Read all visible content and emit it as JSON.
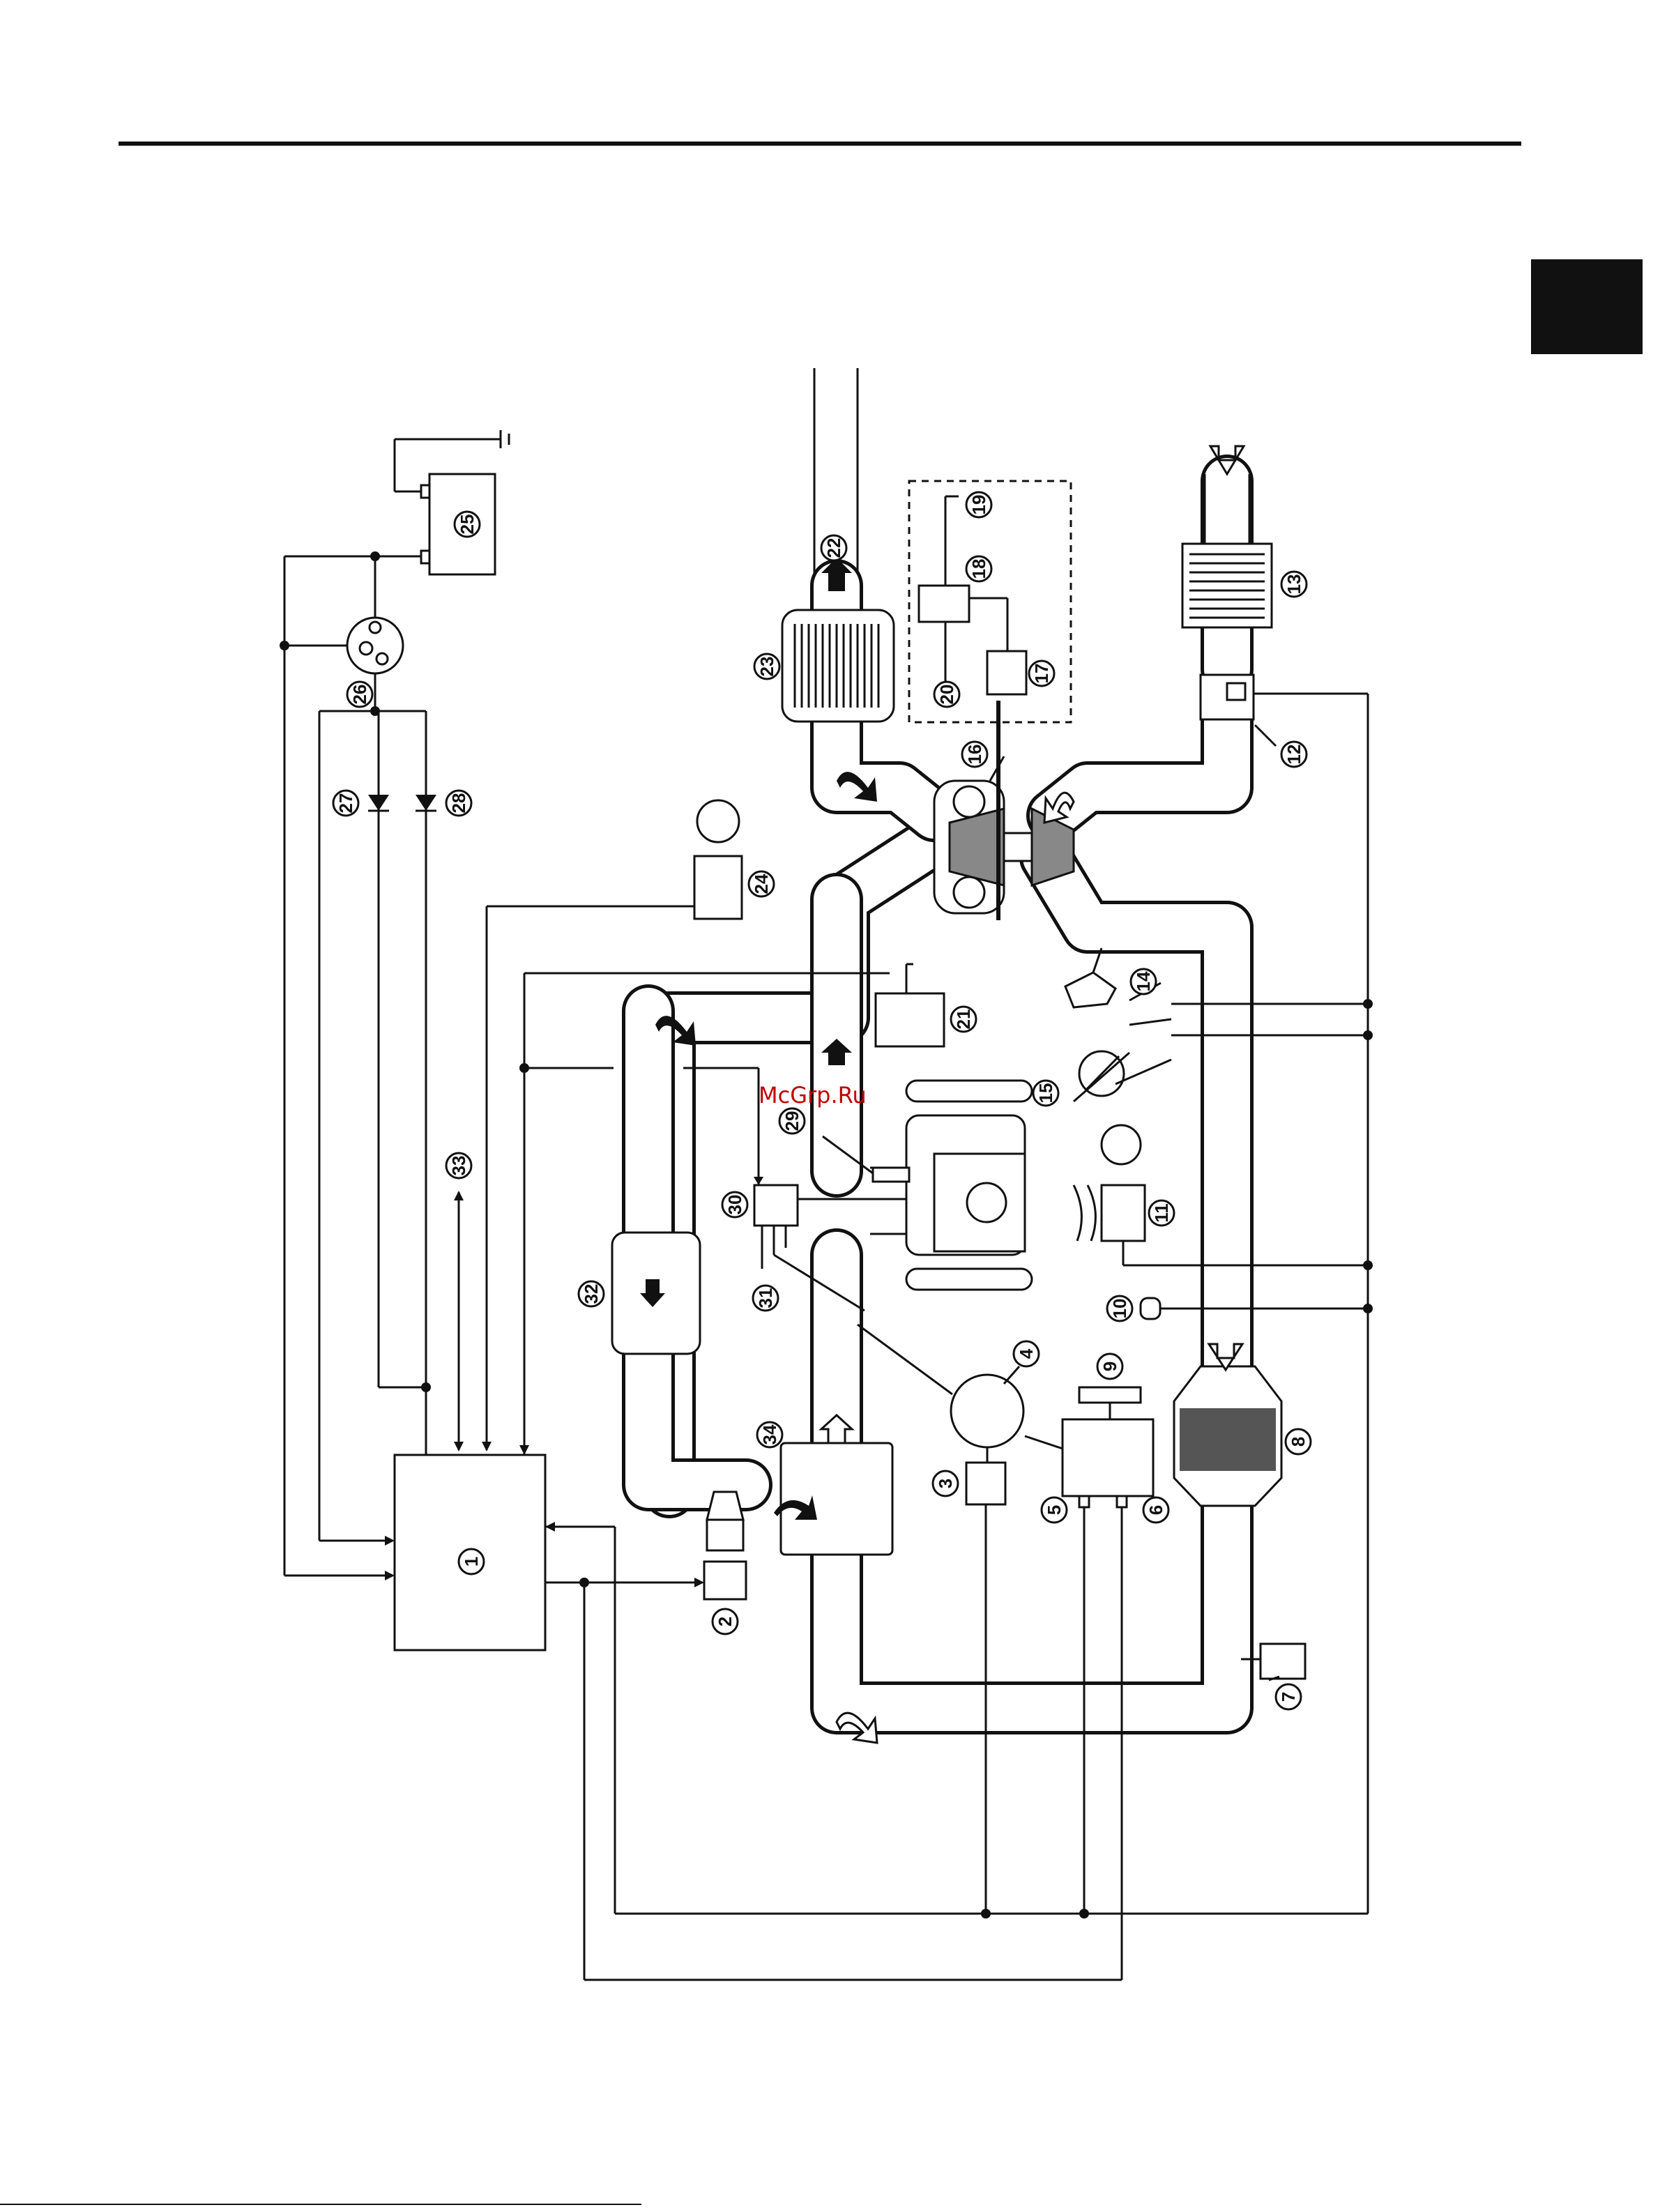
{
  "watermark": "McGrp.Ru",
  "labels": [
    "1",
    "2",
    "3",
    "4",
    "5",
    "6",
    "7",
    "8",
    "9",
    "10",
    "11",
    "12",
    "13",
    "14",
    "15",
    "16",
    "17",
    "18",
    "19",
    "20",
    "21",
    "22",
    "23",
    "24",
    "25",
    "26",
    "27",
    "28",
    "29",
    "30",
    "31",
    "32",
    "33",
    "34"
  ],
  "colors": {
    "line": "#111111",
    "tab": "#111111",
    "watermark": "#c00000"
  }
}
